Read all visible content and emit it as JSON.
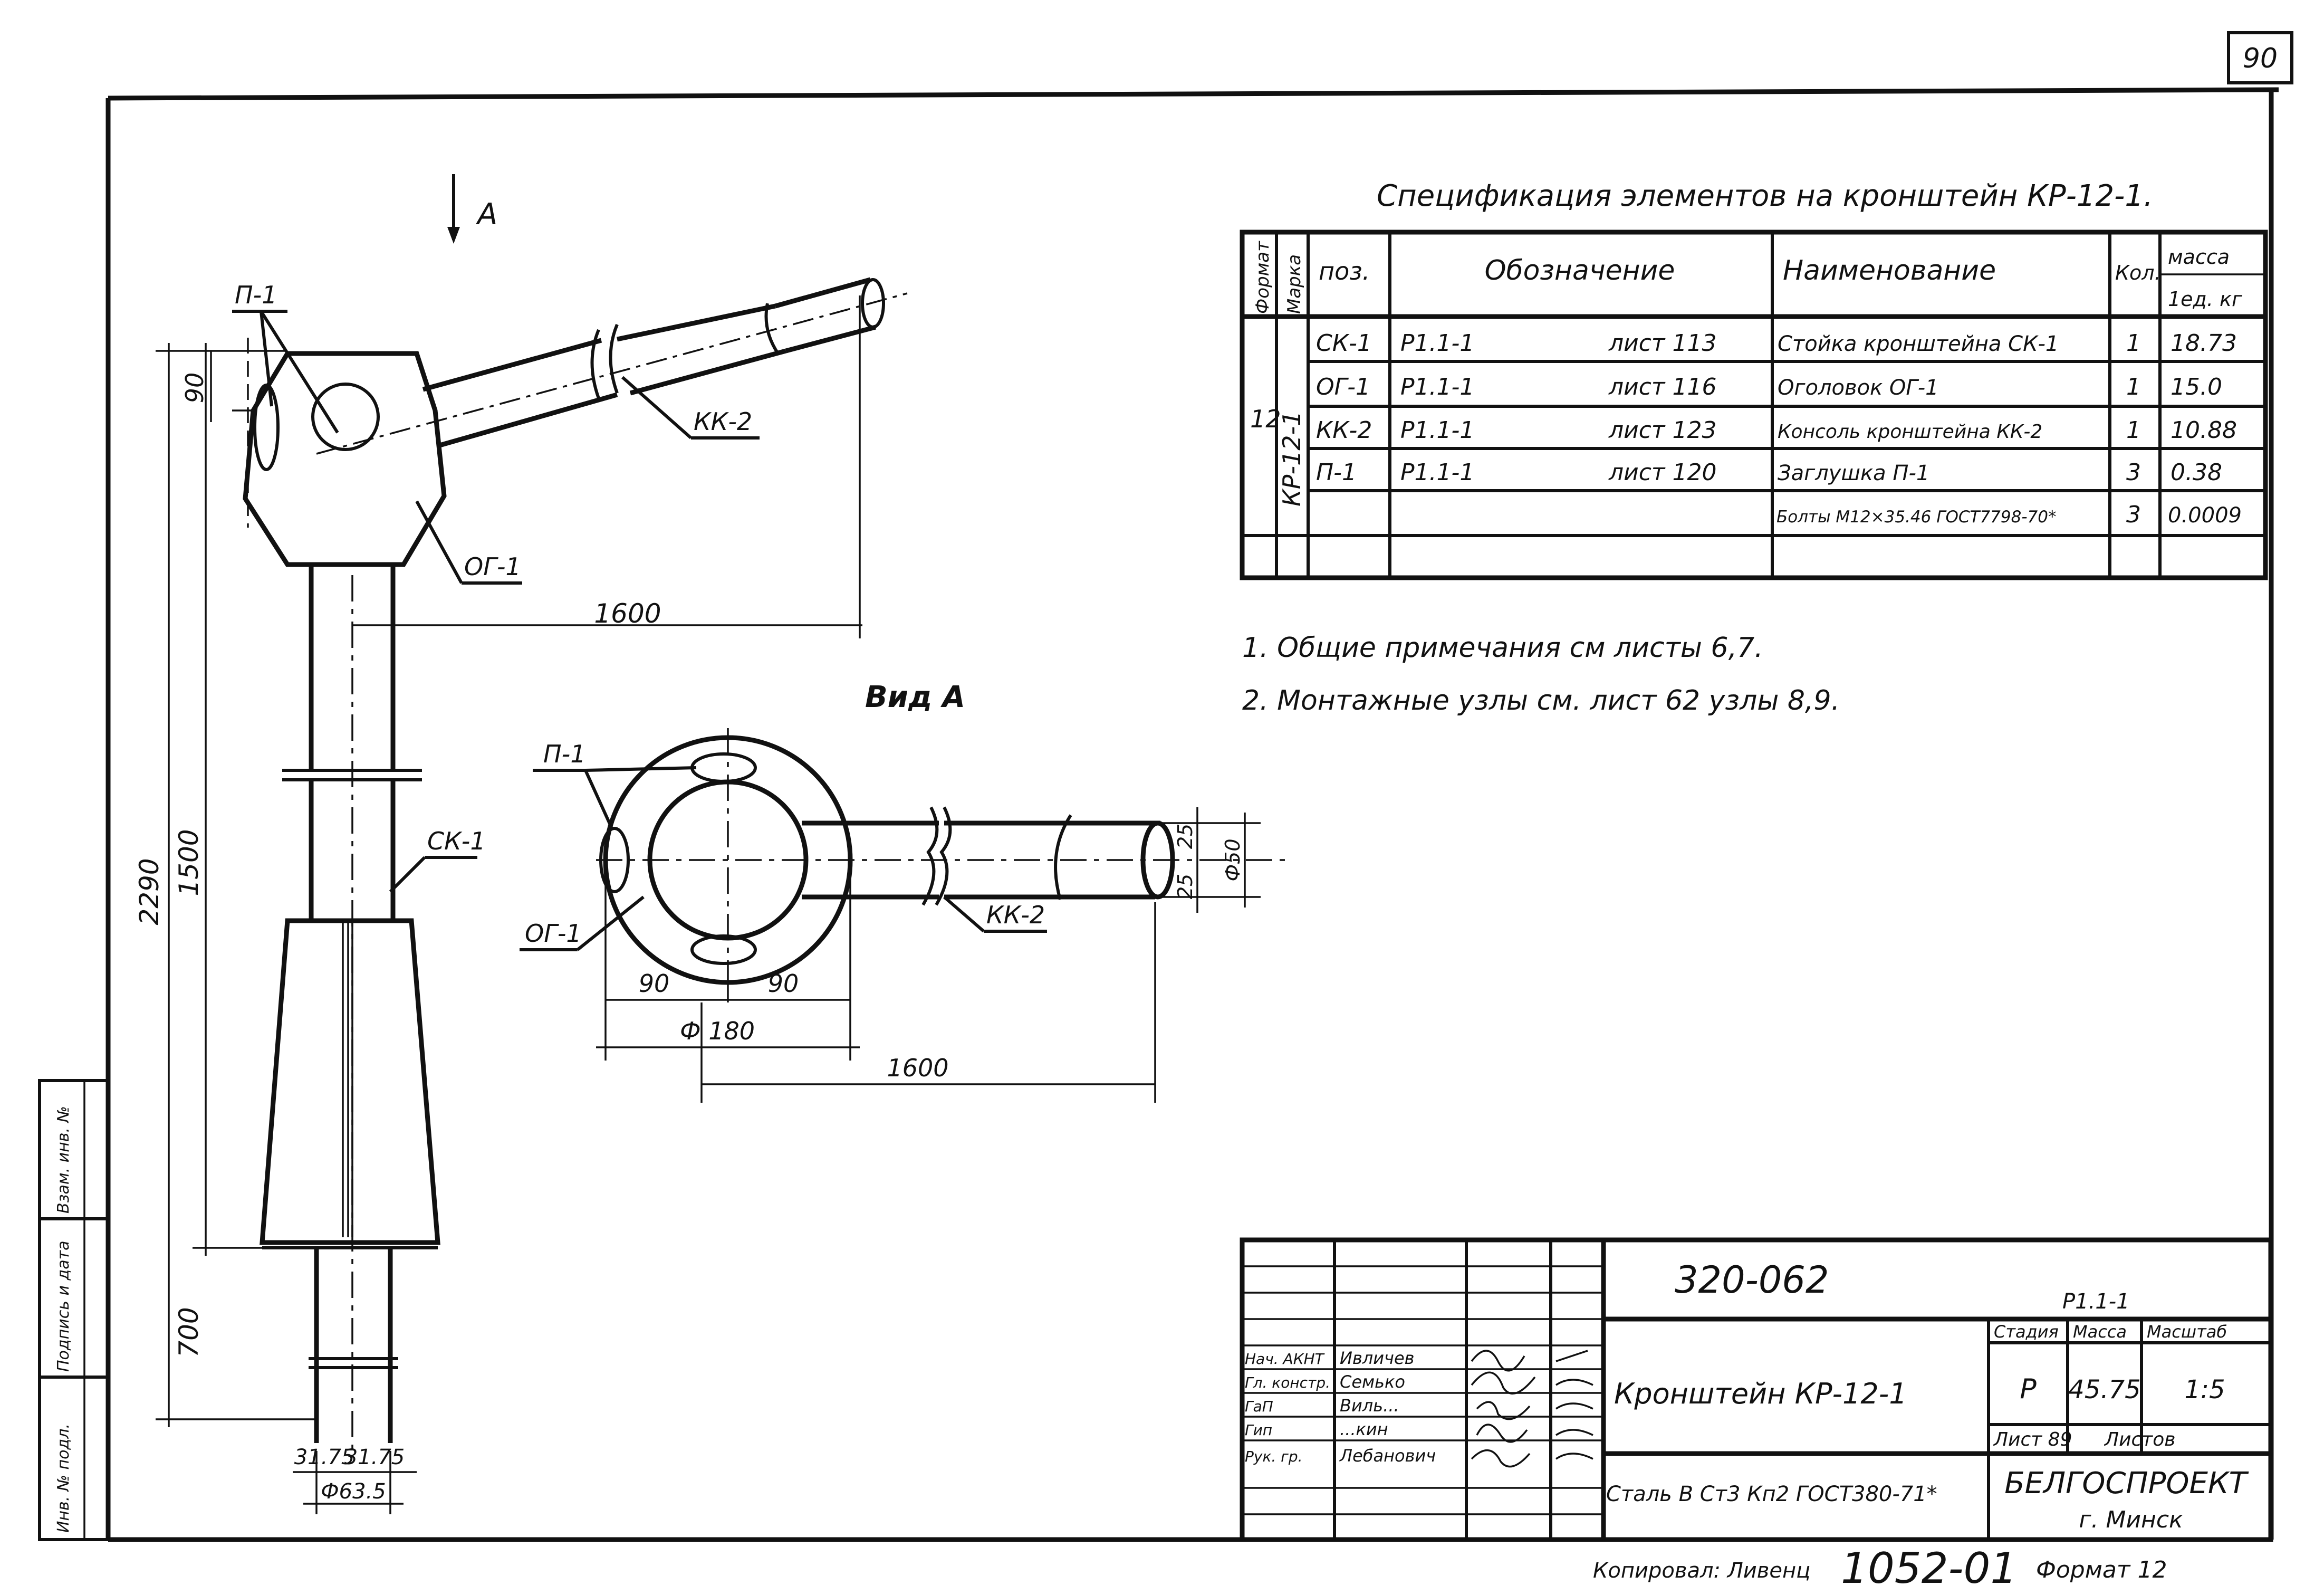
{
  "sheet_number": "90",
  "view_arrow_label": "A",
  "view_title": "Вид А",
  "spec": {
    "title": "Спецификация элементов на кронштейн КР-12-1.",
    "headers": {
      "format": "Формат",
      "mark": "Марка",
      "pos": "поз.",
      "designation": "Обозначение",
      "name": "Наименование",
      "qty": "Кол.",
      "mass": "масса",
      "mass_unit": "1ед. кг"
    },
    "format_value": "12",
    "mark_value": "КР-12-1",
    "rows": [
      {
        "pos": "СК-1",
        "code": "Р1.1-1",
        "sheet": "лист 113",
        "name": "Стойка кронштейна СК-1",
        "qty": "1",
        "mass": "18.73"
      },
      {
        "pos": "ОГ-1",
        "code": "Р1.1-1",
        "sheet": "лист 116",
        "name": "Оголовок ОГ-1",
        "qty": "1",
        "mass": "15.0"
      },
      {
        "pos": "КК-2",
        "code": "Р1.1-1",
        "sheet": "лист 123",
        "name": "Консоль кронштейна КК-2",
        "qty": "1",
        "mass": "10.88"
      },
      {
        "pos": "П-1",
        "code": "Р1.1-1",
        "sheet": "лист 120",
        "name": "Заглушка П-1",
        "qty": "3",
        "mass": "0.38"
      },
      {
        "pos": "",
        "code": "",
        "sheet": "",
        "name": "Болты М12×35.46 ГОСТ7798-70*",
        "qty": "3",
        "mass": "0.0009"
      }
    ]
  },
  "notes": [
    "1. Общие примечания см листы 6,7.",
    "2. Монтажные узлы см. лист 62 узлы 8,9."
  ],
  "labels": {
    "p1": "П-1",
    "og1": "ОГ-1",
    "kk2": "КК-2",
    "sk1": "СК-1"
  },
  "dimensions": {
    "d90": "90",
    "d2290": "2290",
    "d1500": "1500",
    "d700": "700",
    "d1600": "1600",
    "d3175a": "31.75",
    "d3175b": "31.75",
    "d635": "Ф63.5",
    "dA90a": "90",
    "dA90b": "90",
    "d180": "Ф 180",
    "dA1600": "1600",
    "d25a": "25",
    "d25b": "25",
    "d50": "Ф50"
  },
  "side_stamp": [
    "Инв. № подл.",
    "Подпись и дата",
    "Взам. инв. №"
  ],
  "title_block": {
    "doc_code": "320-062",
    "sheet_code": "Р1.1-1",
    "title": "Кронштейн КР-12-1",
    "material": "Сталь В Ст3 Кп2 ГОСТ380-71*",
    "stage_label": "Стадия",
    "mass_label": "Масса",
    "scale_label": "Масштаб",
    "stage": "Р",
    "mass": "45.75",
    "scale": "1:5",
    "sheet_label": "Лист 89",
    "sheets_label": "Листов",
    "org": "БЕЛГОСПРОЕКТ",
    "city": "г. Минск",
    "staff": [
      {
        "role": "Нач. АКНТ",
        "name": "Ивличев"
      },
      {
        "role": "Гл. констр.",
        "name": "Семько"
      },
      {
        "role": "ГаП",
        "name": "Виль..."
      },
      {
        "role": "Гип",
        "name": "...кин"
      },
      {
        "role": "Рук. гр.",
        "name": "Лебанович"
      }
    ]
  },
  "footer": {
    "copied": "Копировал: Ливенц",
    "number": "1052-01",
    "format": "Формат 12"
  }
}
